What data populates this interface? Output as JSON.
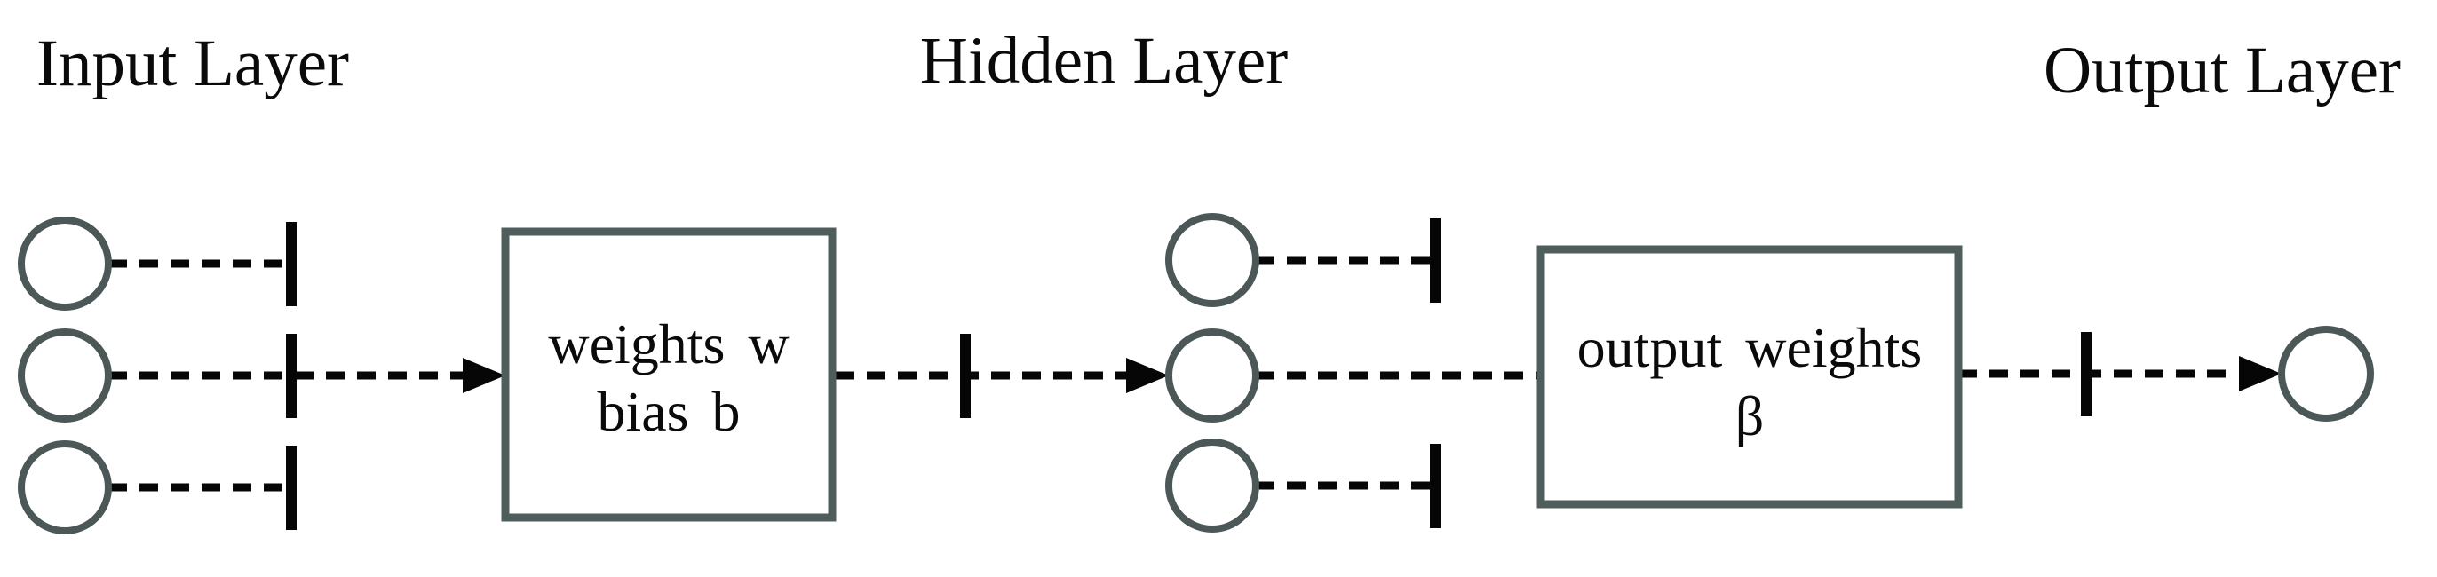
{
  "diagram": {
    "background": "#ffffff",
    "colors": {
      "node_stroke": "#4b5857",
      "box_stroke": "#4f5e5d",
      "line": "#060606",
      "text": "#0a0a0a"
    },
    "titles": {
      "input_layer": "Input Layer",
      "hidden_layer": "Hidden Layer",
      "output_layer": "Output Layer"
    },
    "input_weights_box": {
      "line1": "weights w",
      "line2": "bias b"
    },
    "output_weights_box": {
      "line1": "output weights",
      "line2": "β"
    }
  }
}
